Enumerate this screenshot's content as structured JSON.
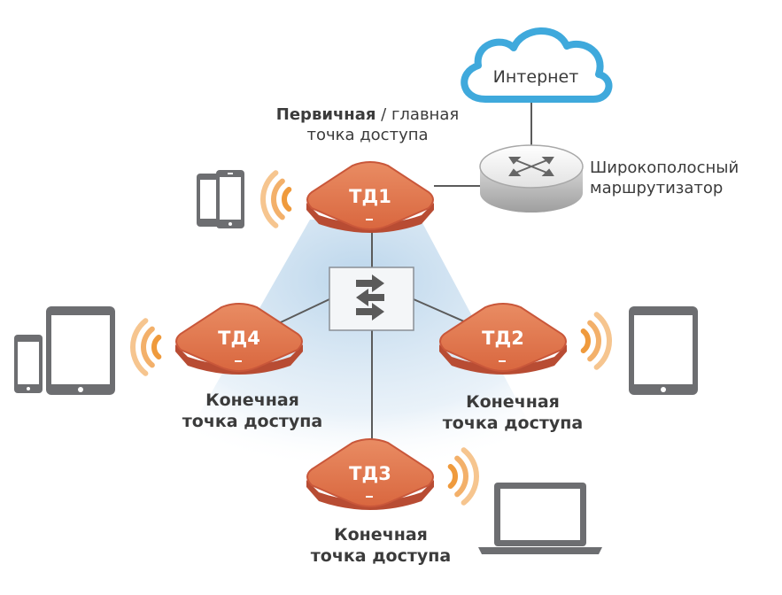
{
  "internet": {
    "label": "Интернет"
  },
  "router": {
    "label_line1": "Широкополосный",
    "label_line2": "маршрутизатор"
  },
  "primary": {
    "label_bold": "Первичная",
    "label_rest": " / главная",
    "label_line2": "точка доступа"
  },
  "access_points": [
    {
      "id": "ap1",
      "name": "ТД1"
    },
    {
      "id": "ap2",
      "name": "ТД2"
    },
    {
      "id": "ap3",
      "name": "ТД3"
    },
    {
      "id": "ap4",
      "name": "ТД4"
    }
  ],
  "endpoint_label": {
    "line1": "Конечная",
    "line2": "точка доступа"
  },
  "colors": {
    "ap_fill": "#e07a52",
    "ap_stroke": "#c9573a",
    "ap_side": "#b84c33",
    "signal_near": "#ef9a3c",
    "signal_far": "#f6c58f",
    "device": "#6d6e71",
    "cloud_stroke": "#3fa9dc",
    "line": "#5b5b5b",
    "cone": "#c9dff0"
  },
  "icons": [
    "cloud-icon",
    "router-icon",
    "switch-icon",
    "smartphone-icon",
    "tablet-icon",
    "laptop-icon",
    "wifi-signal-icon"
  ]
}
